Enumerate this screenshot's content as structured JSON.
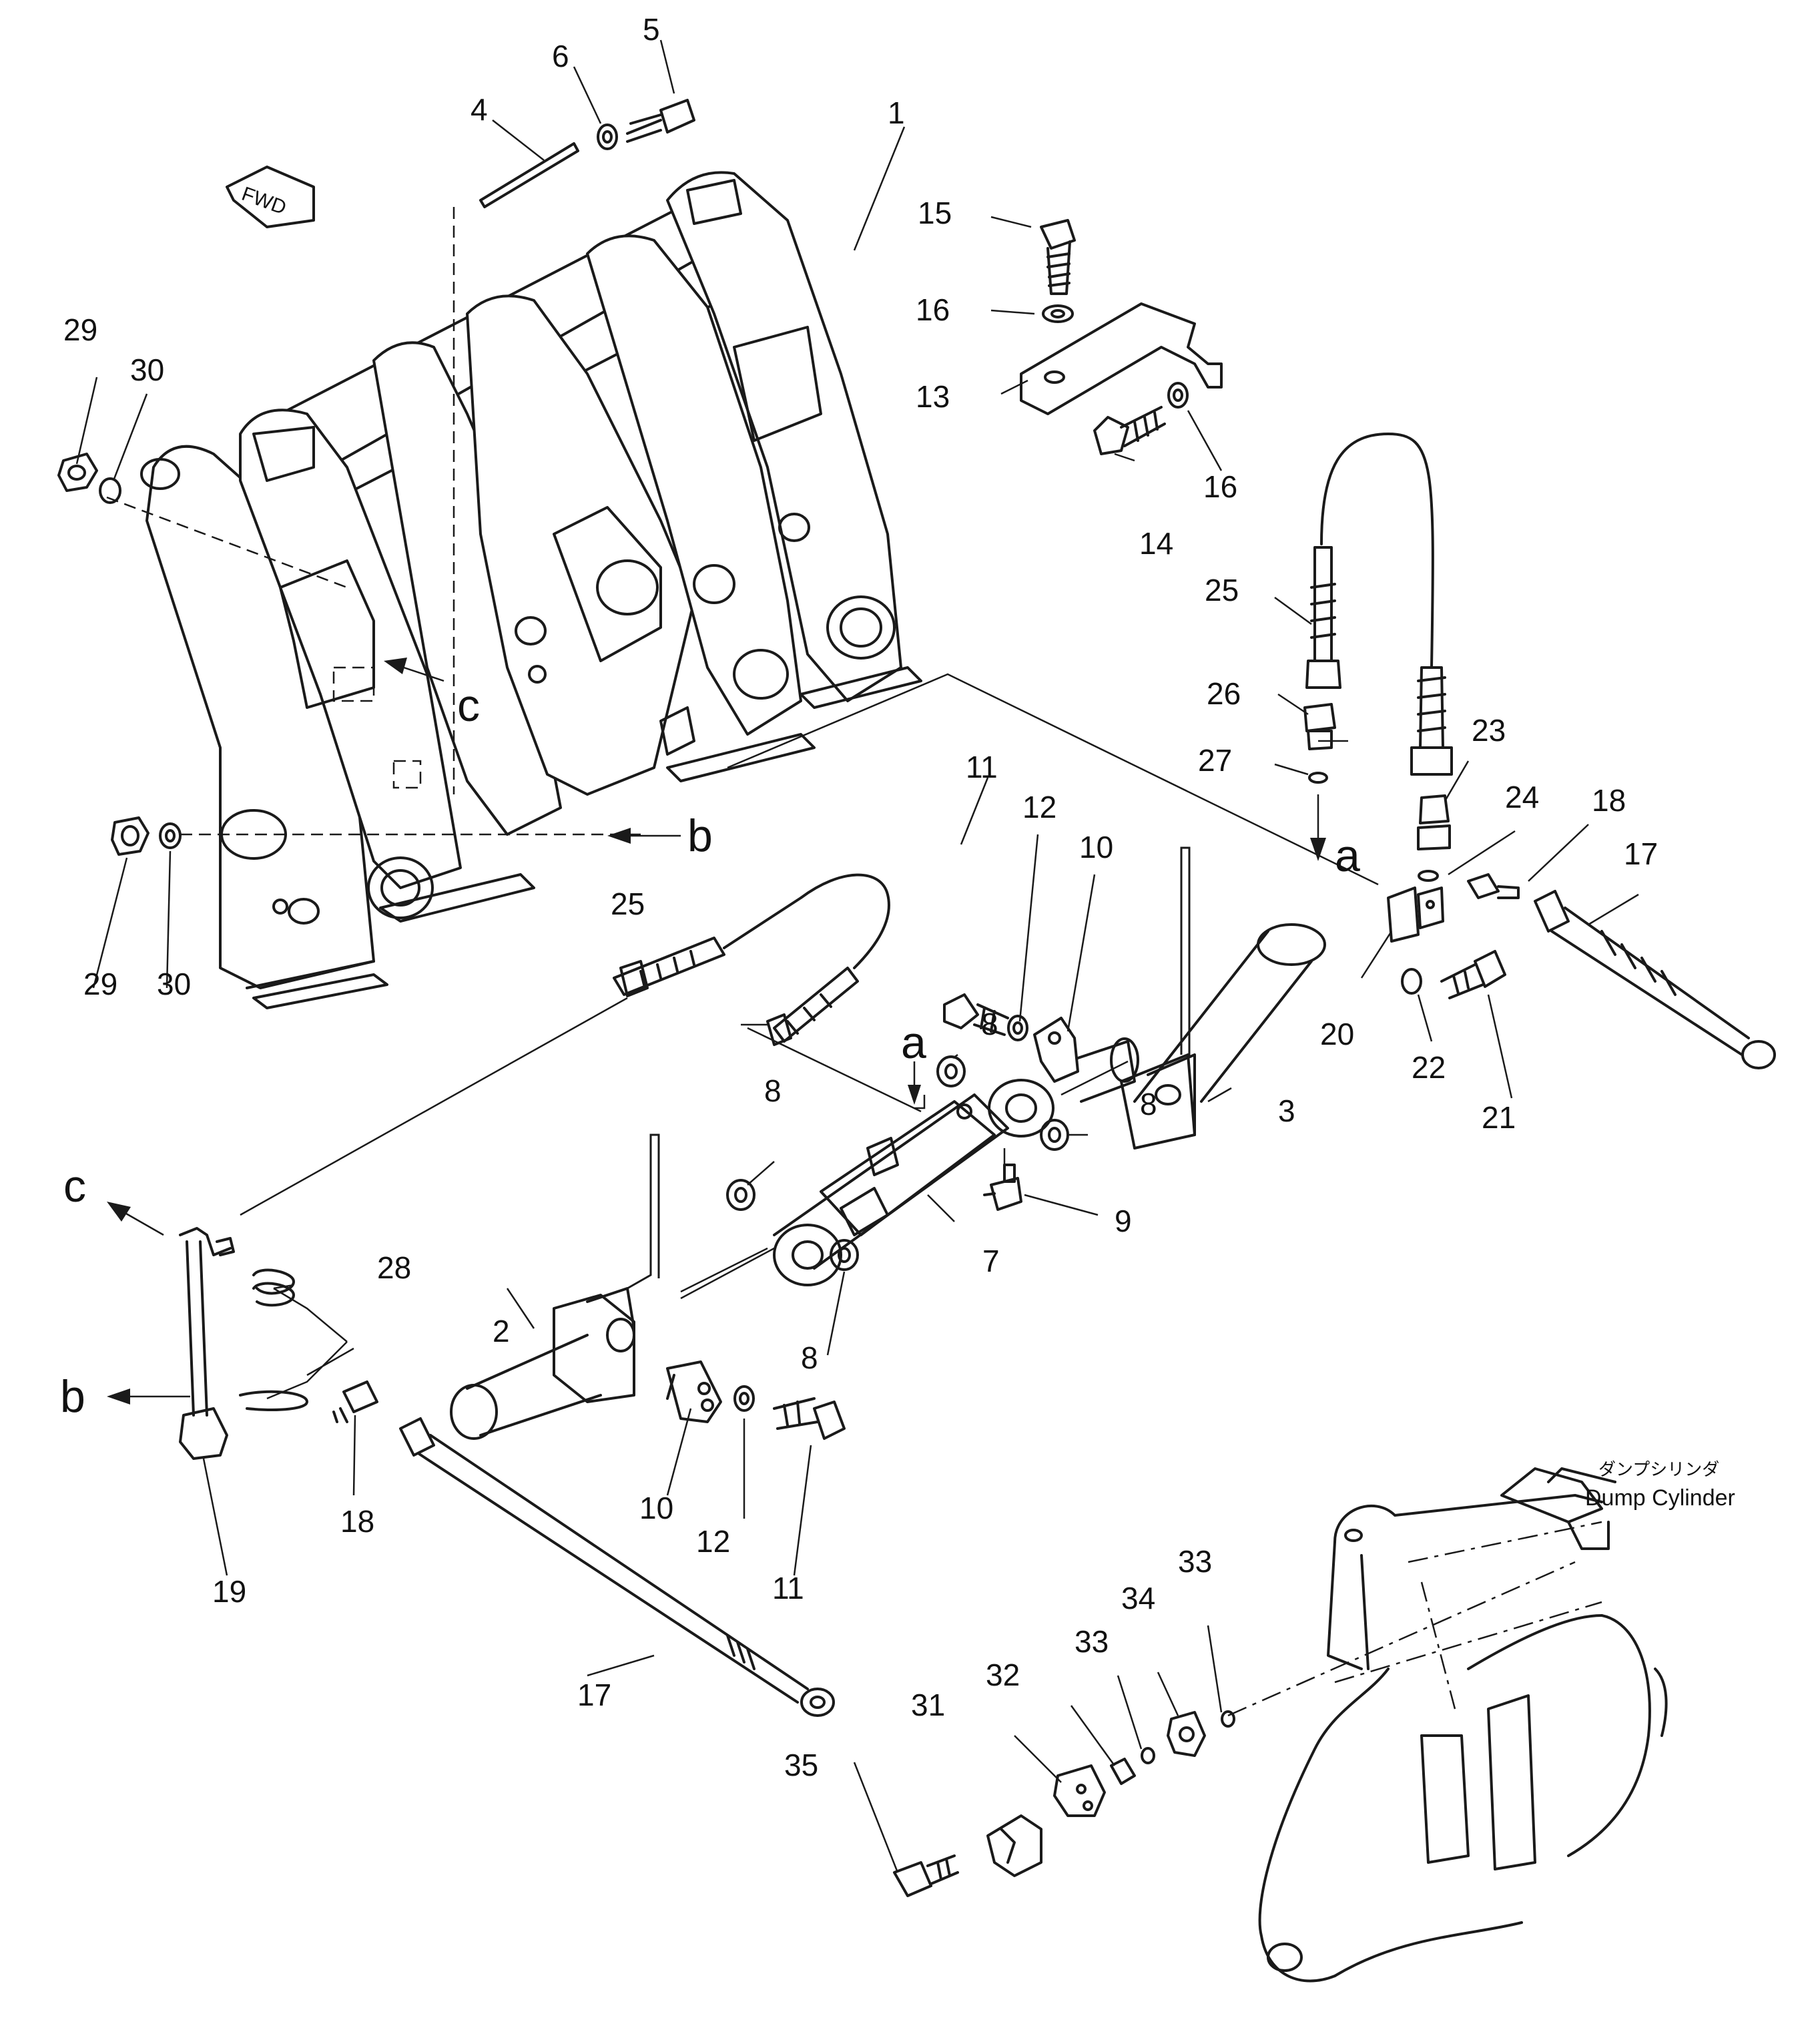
{
  "callouts": {
    "c1": "1",
    "c2": "2",
    "c3": "3",
    "c4": "4",
    "c5": "5",
    "c6": "6",
    "c7": "7",
    "c8": "8",
    "c9": "9",
    "c10": "10",
    "c11": "11",
    "c12": "12",
    "c13": "13",
    "c14": "14",
    "c15": "15",
    "c16": "16",
    "c17": "17",
    "c18": "18",
    "c19": "19",
    "c20": "20",
    "c21": "21",
    "c22": "22",
    "c23": "23",
    "c24": "24",
    "c25": "25",
    "c26": "26",
    "c27": "27",
    "c28": "28",
    "c29": "29",
    "c30": "30",
    "c31": "31",
    "c32": "32",
    "c33": "33",
    "c34": "34",
    "c35": "35"
  },
  "refs": {
    "a": "a",
    "b": "b",
    "c": "c"
  },
  "fwd_tag": "FWD",
  "dump_cylinder_jp": "ダンプシリンダ",
  "dump_cylinder_en": "Dump Cylinder"
}
